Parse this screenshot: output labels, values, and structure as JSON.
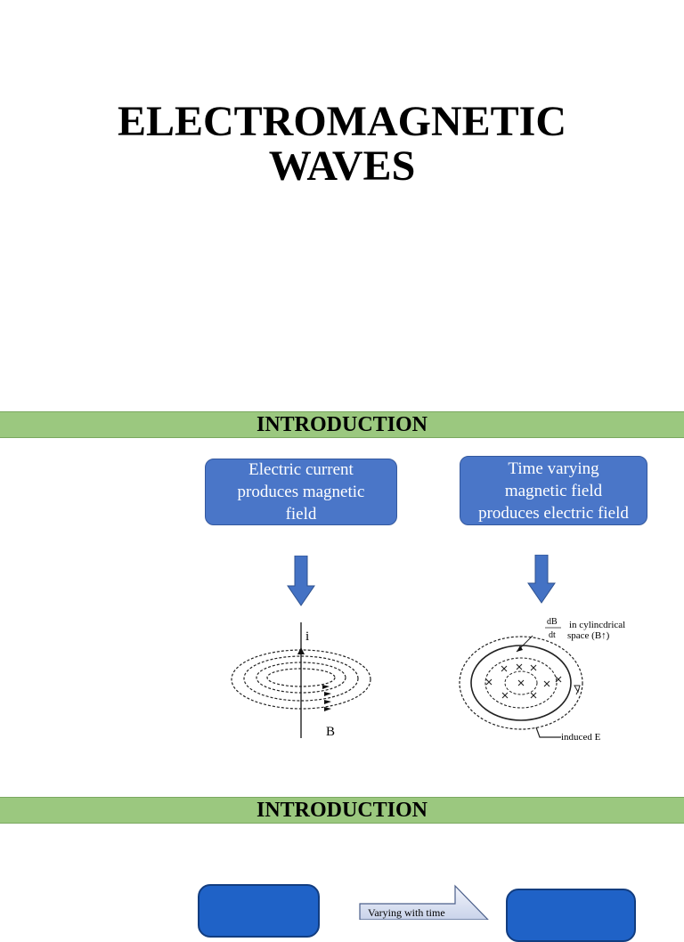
{
  "title": {
    "line1": "ELECTROMAGNETIC",
    "line2": "WAVES"
  },
  "sections": [
    {
      "heading": "INTRODUCTION"
    },
    {
      "heading": "INTRODUCTION"
    }
  ],
  "box_left": {
    "line1": "Electric current",
    "line2": "produces magnetic",
    "line3": "field"
  },
  "box_right": {
    "line1": "Time varying",
    "line2": "magnetic field",
    "line3": "produces electric field"
  },
  "diagram_left": {
    "current_label": "i",
    "field_label": "B"
  },
  "diagram_right": {
    "dB": "dB",
    "dt": "dt",
    "note_line1": "in cylincdrical",
    "note_line2": "space (B↑)",
    "induced_label": "induced E"
  },
  "flow_arrow_text": "Varying with time",
  "colors": {
    "section_bar": "#9bc87f",
    "box_fill": "#4a76c8",
    "arrow_fill": "#4472c4",
    "bottom_box_fill": "#1f62c7"
  }
}
